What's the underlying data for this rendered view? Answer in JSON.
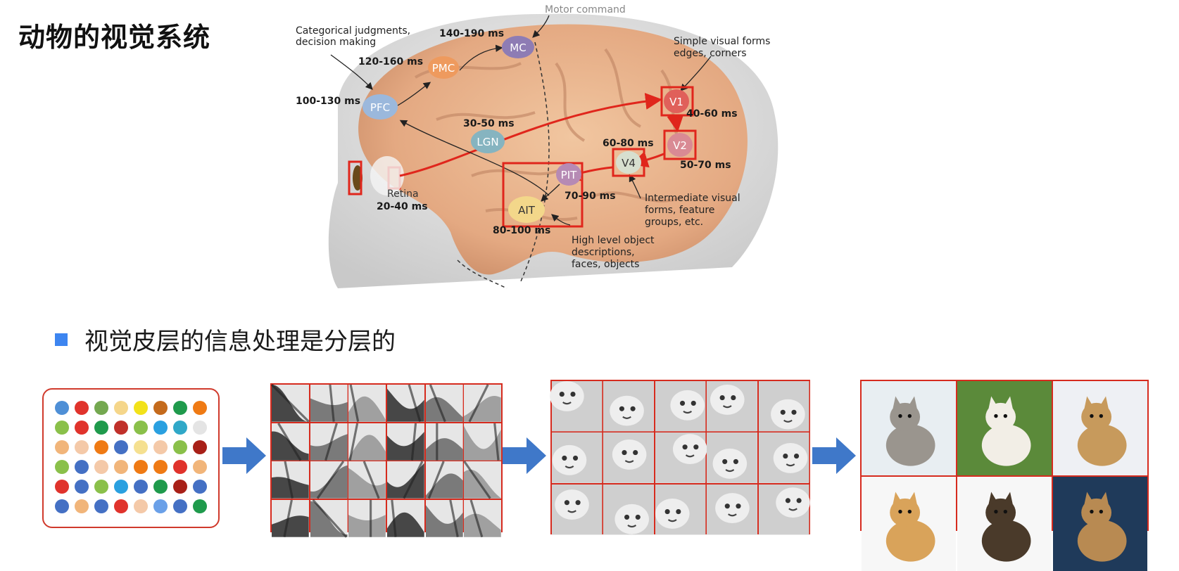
{
  "title": "动物的视觉系统",
  "diagram": {
    "motor_command_label": "Motor command",
    "top_left_note_line1": "Categorical judgments,",
    "top_left_note_line2": "decision making",
    "top_right_note_line1": "Simple visual forms",
    "top_right_note_line2": "edges, corners",
    "mid_right_note_line1": "Intermediate visual",
    "mid_right_note_line2": "forms, feature",
    "mid_right_note_line3": "groups, etc.",
    "bottom_note_line1": "High level object",
    "bottom_note_line2": "descriptions,",
    "bottom_note_line3": "faces, objects",
    "areas": [
      {
        "name": "MC",
        "timing": "140-190 ms",
        "color": "#8e7cb4"
      },
      {
        "name": "PMC",
        "timing": "120-160 ms",
        "color": "#ee9a5e"
      },
      {
        "name": "PFC",
        "timing": "100-130 ms",
        "color": "#9bb8dc"
      },
      {
        "name": "LGN",
        "timing": "30-50 ms",
        "color": "#86b4c0"
      },
      {
        "name": "V1",
        "timing": "40-60 ms",
        "color": "#e0605a"
      },
      {
        "name": "V2",
        "timing": "50-70 ms",
        "color": "#d98a94"
      },
      {
        "name": "V4",
        "timing": "60-80 ms",
        "color": "#d7dfcf"
      },
      {
        "name": "PIT",
        "timing": "70-90 ms",
        "color": "#b68ab4"
      },
      {
        "name": "AIT",
        "timing": "80-100 ms",
        "color": "#f3d78a"
      }
    ],
    "retina_label": "Retina",
    "retina_timing": "20-40 ms"
  },
  "bullet": {
    "text": "视觉皮层的信息处理是分层的",
    "color": "#3d85f0"
  },
  "pixel_colors": [
    [
      "#4e8fd6",
      "#e0332c",
      "#74a850",
      "#f5d68a",
      "#f2e21a",
      "#c46a1c",
      "#1f9a4c",
      "#ef7a14"
    ],
    [
      "#8ac04a",
      "#e0332c",
      "#1f9a4c",
      "#c0302a",
      "#8ac04a",
      "#2aa0e0",
      "#30a8c8",
      "#e4e4e4"
    ],
    [
      "#f1b57a",
      "#f4c9a8",
      "#ef7a14",
      "#4470c4",
      "#f5e090",
      "#f4c9a8",
      "#8ac04a",
      "#a82018"
    ],
    [
      "#8ac04a",
      "#4470c4",
      "#f4c9a8",
      "#f1b57a",
      "#ef7a14",
      "#ef7a14",
      "#e0332c",
      "#f1b57a"
    ],
    [
      "#e0332c",
      "#4470c4",
      "#8ac04a",
      "#2aa0e0",
      "#4470c4",
      "#1f9a4c",
      "#a82018",
      "#4470c4"
    ],
    [
      "#4470c4",
      "#f1b57a",
      "#4470c4",
      "#e0332c",
      "#f4c9a8",
      "#6aa0e8",
      "#4470c4",
      "#1f9a4c"
    ]
  ],
  "accent_red": "#d62b1e",
  "arrow_color": "#3f78c9"
}
